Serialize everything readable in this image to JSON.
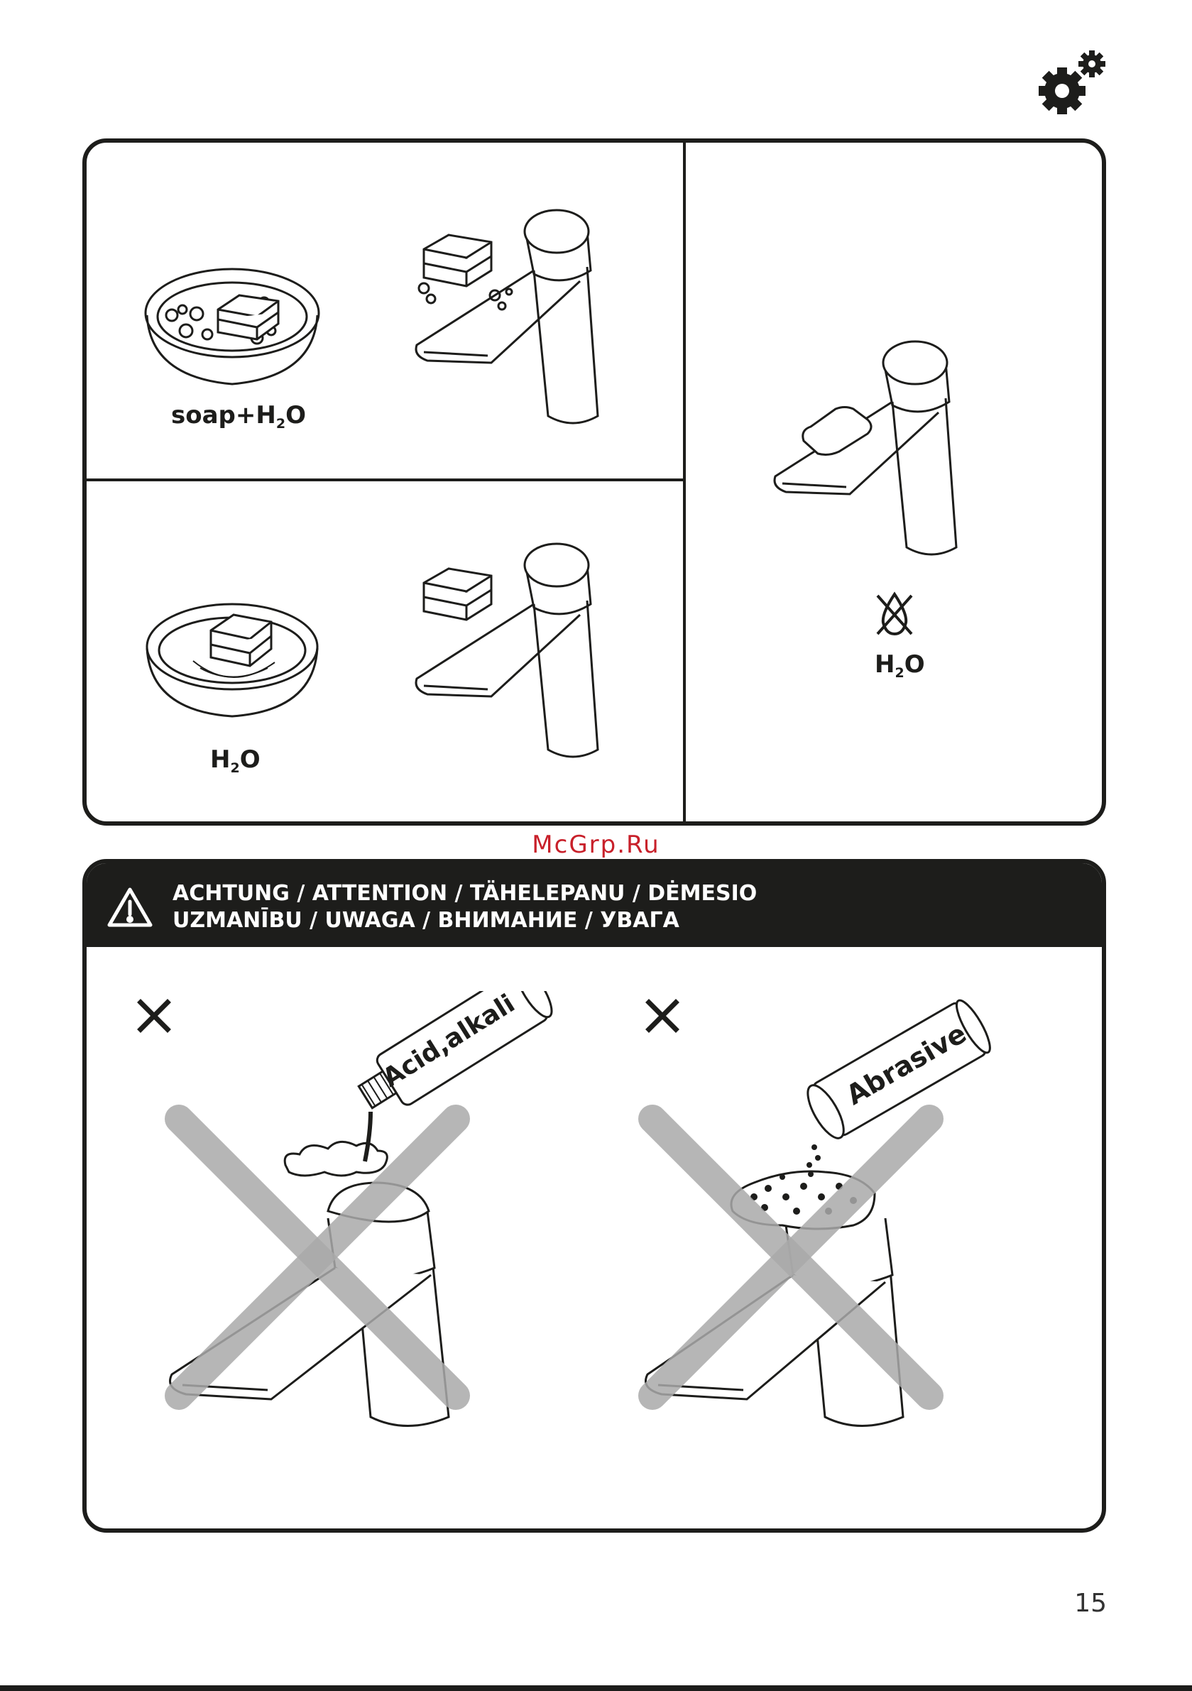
{
  "header": {
    "icon": "gears-icon"
  },
  "cleaning_steps": {
    "soap_water_label": {
      "prefix": "soap+H",
      "sub": "2",
      "suffix": "O"
    },
    "water_label": {
      "prefix": "H",
      "sub": "2",
      "suffix": "O"
    },
    "no_water_label": {
      "prefix": "H",
      "sub": "2",
      "suffix": "O"
    },
    "icons": [
      "soap-dish-icon",
      "sponge-icon",
      "faucet-icon",
      "cloth-icon",
      "no-water-drop-icon"
    ]
  },
  "watermark": "McGrp.Ru",
  "warning": {
    "icon": "warning-triangle-icon",
    "line1": "ACHTUNG / ATTENTION / TÄHELEPANU / DĖMESIO",
    "line2": "UZMANĪBU / UWAGA / ВНИМАНИЕ / УВАГА",
    "prohibited": [
      {
        "product_label": "Acid,alkali",
        "icon": "acid-bottle-icon"
      },
      {
        "product_label": "Abrasive",
        "icon": "abrasive-shaker-icon"
      }
    ]
  },
  "page_number": "15"
}
